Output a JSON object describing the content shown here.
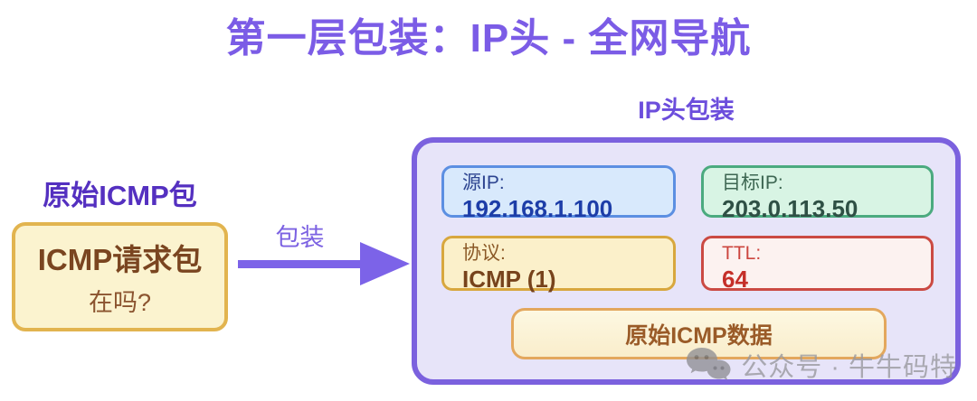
{
  "title": "第一层包装：IP头 - 全网导航",
  "source_packet": {
    "label": "原始ICMP包",
    "box_title": "ICMP请求包",
    "box_subtitle": "在吗?"
  },
  "arrow": {
    "label": "包装"
  },
  "ip_header": {
    "label": "IP头包装",
    "fields": [
      {
        "name": "源IP:",
        "value": "192.168.1.100",
        "theme": "blue"
      },
      {
        "name": "目标IP:",
        "value": "203.0.113.50",
        "theme": "green"
      },
      {
        "name": "协议:",
        "value": "ICMP (1)",
        "theme": "yellow"
      },
      {
        "name": "TTL:",
        "value": "64",
        "theme": "red"
      }
    ],
    "payload": "原始ICMP数据"
  },
  "watermark": {
    "icon": "wechat-icon",
    "text": "公众号 · 牛牛码特"
  },
  "colors": {
    "title_purple": "#7b5ce6",
    "label_dark_purple": "#5430c0",
    "arrow_purple": "#7c63e8",
    "wrapper_border": "#7b61de",
    "wrapper_bg": "#e7e4f9",
    "source_box_bg": "#fbf3cf",
    "source_box_border": "#e2b44f",
    "blue_field": "#5c8fe2",
    "green_field": "#4baa7f",
    "yellow_field": "#d8a73e",
    "red_field": "#cb4a43",
    "payload_border": "#e3a75d",
    "watermark_gray": "#98989d"
  }
}
